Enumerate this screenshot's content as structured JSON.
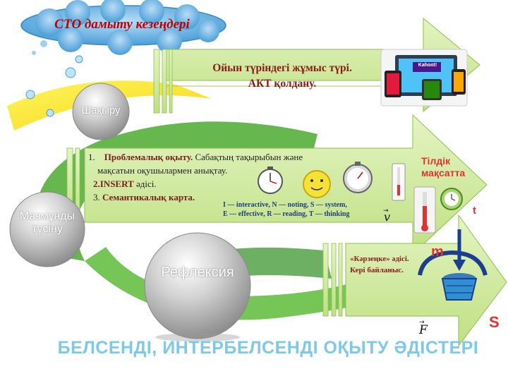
{
  "header": {
    "title": "СТО дамыту кезеңдері"
  },
  "stages": {
    "stage1": "Шақыру",
    "stage2": "Мазмұнды түсіну",
    "stage3": "Рефлексия"
  },
  "arrows": {
    "arrow1": {
      "line1": "Ойын түріндегі жұмыс түрі.",
      "line2": "АКТ қолдану."
    },
    "arrow2": {
      "item1_num": "1.",
      "item1_bold": "Проблемалық оқыту.",
      "item1_rest": " Сабақтың тақырыбын және",
      "item1_cont": "мақсатын оқушылармен анықтау.",
      "item2_bold": "2.INSERT",
      "item2_rest": " әдісі.",
      "item3_num": "3. ",
      "item3_bold": "Семантикалық карта.",
      "insert_legend_1": "I — interactive, N — noting, S — system,",
      "insert_legend_2": "E — effective, R — reading, T — thinking"
    },
    "arrow3": {
      "line1": "«Кәрзеңке» әдісі.",
      "line2": "Кері байланыс."
    }
  },
  "side_label": "Тілдік мақсатта",
  "physics_symbols": {
    "v": "v",
    "t": "t",
    "m": "m",
    "F": "F",
    "s": "S"
  },
  "images": {
    "kahoot": "Kahoot!"
  },
  "footer": {
    "title": "БЕЛСЕНДІ, ИНТЕРБЕЛСЕНДІ ОҚЫТУ ӘДІСТЕРІ"
  },
  "colors": {
    "arrow_green": "#c6e58a",
    "title_red": "#c00000",
    "footer_blue": "#7ec8e8",
    "stage_grey": "#a8a8a8",
    "swirl_green": "#4aaa2f"
  }
}
